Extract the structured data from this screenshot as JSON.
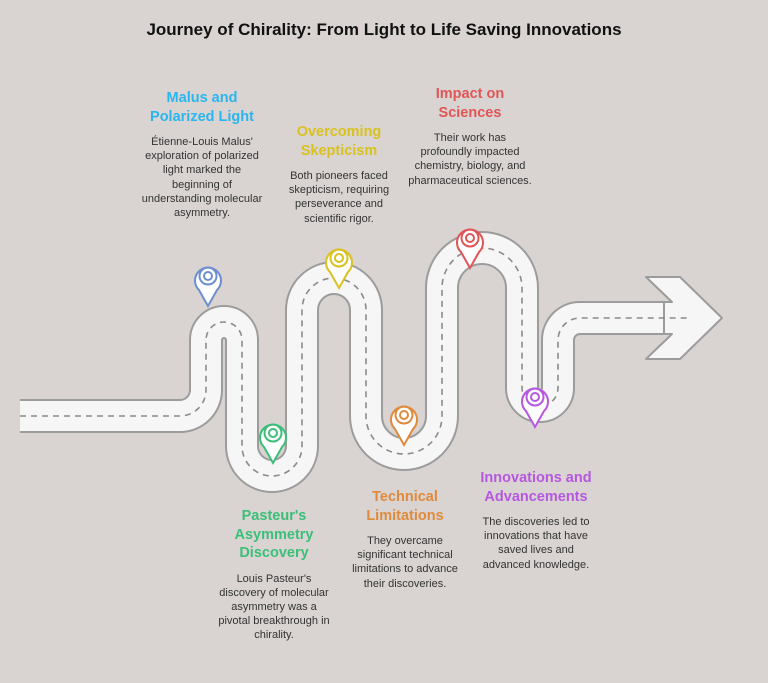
{
  "title": "Journey of Chirality: From Light to Life Saving Innovations",
  "milestones": [
    {
      "title": "Malus and Polarized Light",
      "description": "Étienne-Louis Malus' exploration of polarized light marked the beginning of understanding molecular asymmetry.",
      "color": "#29b6f0",
      "pin_color": "#6d8fd0"
    },
    {
      "title": "Pasteur's Asymmetry Discovery",
      "description": "Louis Pasteur's discovery of molecular asymmetry was a pivotal breakthrough in chirality.",
      "color": "#3bbf78",
      "pin_color": "#3bbf78"
    },
    {
      "title": "Overcoming Skepticism",
      "description": "Both pioneers faced skepticism, requiring perseverance and scientific rigor.",
      "color": "#d9c21f",
      "pin_color": "#d9c21f"
    },
    {
      "title": "Technical Limitations",
      "description": "They overcame significant technical limitations to advance their discoveries.",
      "color": "#e08a3c",
      "pin_color": "#e08a3c"
    },
    {
      "title": "Impact on Sciences",
      "description": "Their work has profoundly impacted chemistry, biology, and pharmaceutical sciences.",
      "color": "#e05555",
      "pin_color": "#e05555"
    },
    {
      "title": "Innovations and Advancements",
      "description": "The discoveries led to innovations that have saved lives and advanced knowledge.",
      "color": "#b657e0",
      "pin_color": "#b657e0"
    }
  ]
}
